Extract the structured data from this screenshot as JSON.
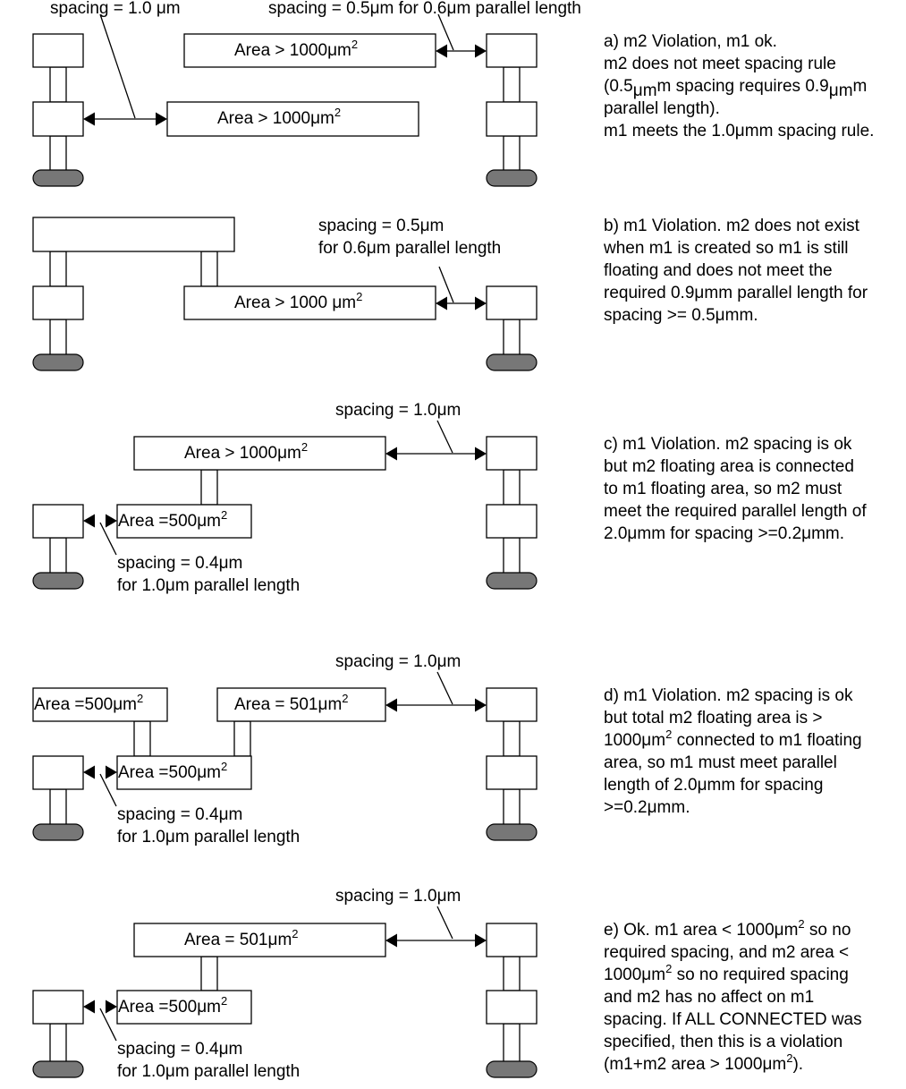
{
  "colors": {
    "pad_fill": "#777777",
    "stroke": "#000000",
    "background": "#ffffff"
  },
  "unit_um": "μm",
  "panel_a": {
    "spacing_m1": "spacing = 1.0 ",
    "spacing_m2": "spacing = 0.5",
    "spacing_m2_tail": " for 0.6",
    "spacing_m2_tail2": " parallel length",
    "area_top": "Area > 1000",
    "area_bottom": "Area > 1000",
    "note": [
      "a) m2 Violation, m1 ok.",
      "m2 does not meet spacing rule",
      "(0.5",
      "m spacing requires 0.9",
      "m",
      "parallel length).",
      "m1 meets the 1.0",
      "m spacing rule."
    ]
  },
  "panel_b": {
    "spacing_line1": "spacing = 0.5",
    "spacing_line2": "for 0.6",
    "spacing_line2_tail": " parallel length",
    "area": "Area > 1000 ",
    "note": [
      "b) m1 Violation. m2 does not exist",
      "when m1 is created so m1 is still",
      "floating and does not meet the",
      "required 0.9",
      "m parallel length for",
      "spacing >= 0.5",
      "m."
    ]
  },
  "panel_c": {
    "spacing_top": "spacing = 1.0",
    "area_top": "Area > 1000",
    "area_small": "Area =500",
    "spacing_bottom_line1": "spacing = 0.4",
    "spacing_bottom_line2": "for 1.0",
    "spacing_bottom_line2_tail": " parallel length",
    "note": [
      "c) m1 Violation. m2 spacing is ok",
      "but m2 floating area is connected",
      "to m1 floating area, so m2 must",
      "meet the required parallel length of",
      "2.0",
      "m for spacing >=0.2",
      "m."
    ]
  },
  "panel_d": {
    "spacing_top": "spacing = 1.0",
    "area_left": "Area =500",
    "area_right": "Area = 501",
    "area_small": "Area =500",
    "spacing_bottom_line1": "spacing = 0.4",
    "spacing_bottom_line2": "for 1.0",
    "spacing_bottom_line2_tail": " parallel length",
    "note": [
      "d) m1 Violation. m2 spacing is ok",
      "but total m2 floating area is >",
      "1000",
      " connected to m1 floating",
      "area, so m1 must meet parallel",
      "length of 2.0",
      "m for spacing",
      ">=0.2",
      "m."
    ]
  },
  "panel_e": {
    "spacing_top": "spacing = 1.0",
    "area_top": "Area = 501",
    "area_small": "Area =500",
    "spacing_bottom_line1": "spacing = 0.4",
    "spacing_bottom_line2": "for 1.0",
    "spacing_bottom_line2_tail": " parallel length",
    "note": [
      "e) Ok. m1 area < 1000",
      " so no",
      "required spacing, and m2 area <",
      "1000",
      " so no required spacing",
      "and m2 has no affect on m1",
      "spacing. If ALL CONNECTED was",
      "specified, then this is a violation",
      "(m1+m2 area > 1000",
      ")."
    ]
  },
  "sup2": "2"
}
